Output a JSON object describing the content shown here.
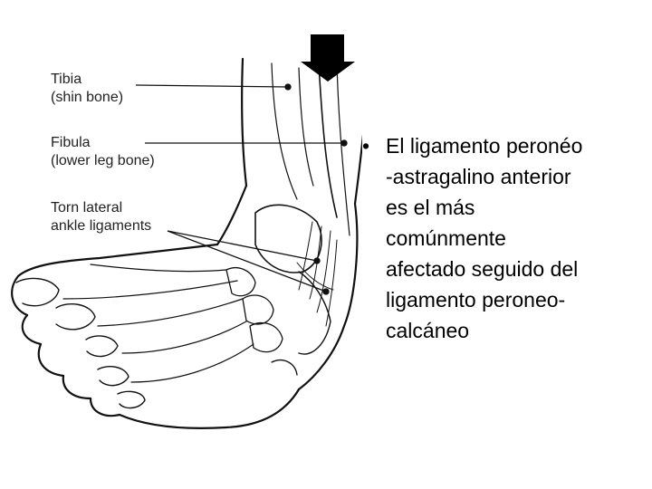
{
  "labels": {
    "tibia": {
      "line1": "Tibia",
      "line2": "(shin bone)"
    },
    "fibula": {
      "line1": "Fibula",
      "line2": "(lower leg bone)"
    },
    "torn": {
      "line1": "Torn lateral",
      "line2": "ankle ligaments"
    }
  },
  "bullet": {
    "marker": "•",
    "lines": [
      "El ligamento peronéo",
      "-astragalino anterior",
      "es el más",
      "comúnmente",
      "afectado seguido del",
      "ligamento peroneo-",
      "calcáneo"
    ]
  },
  "icons": {
    "arrow": "down-arrow-icon"
  },
  "colors": {
    "ink": "#000000",
    "label": "#222222",
    "background": "#ffffff"
  }
}
